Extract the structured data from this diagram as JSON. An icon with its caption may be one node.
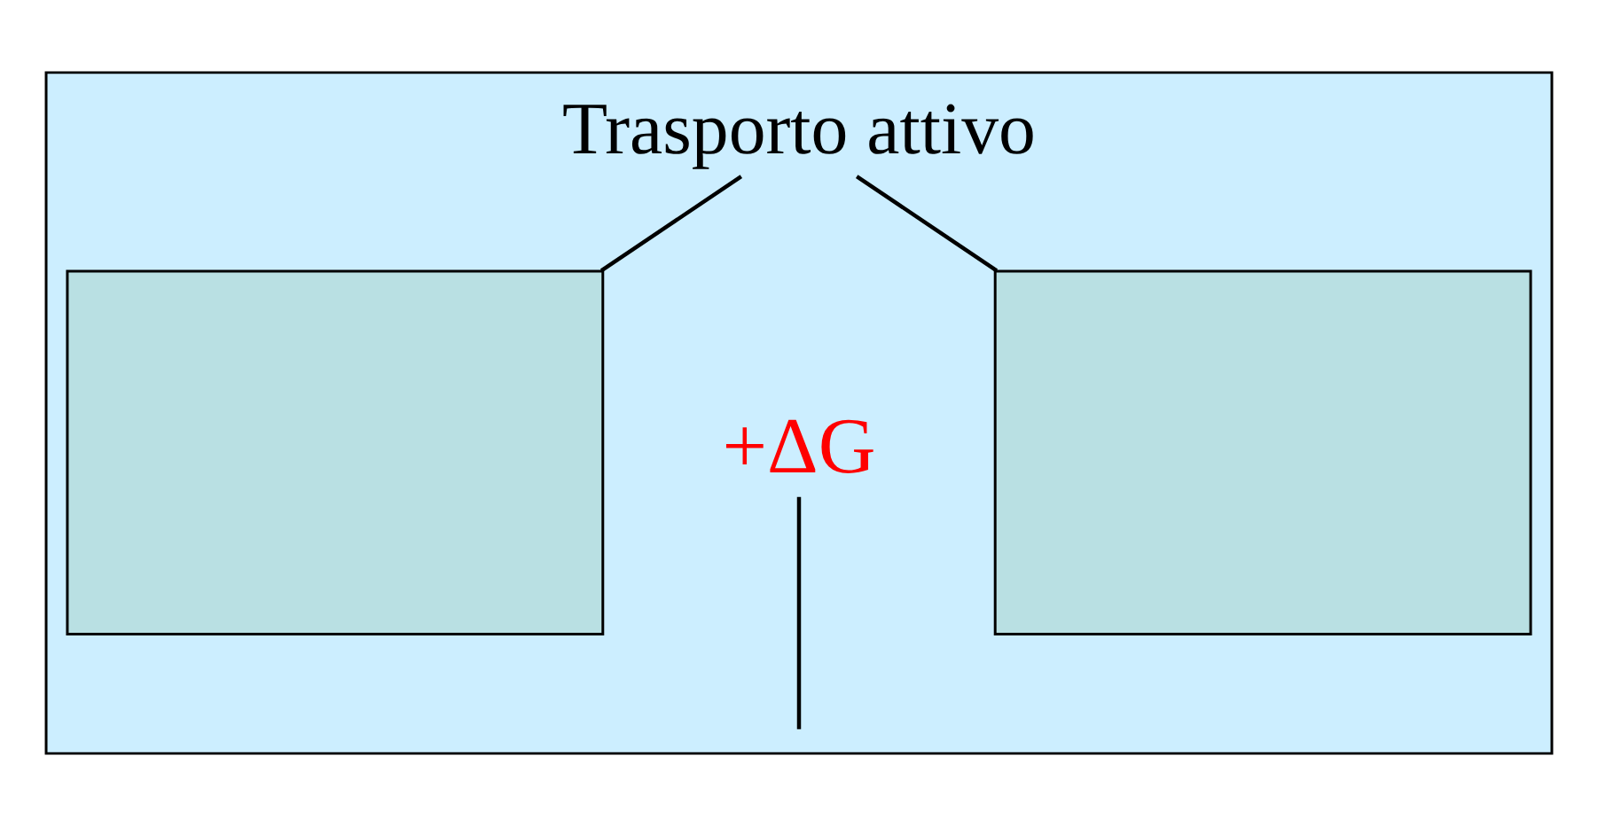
{
  "diagram": {
    "nodes": [
      {
        "text": [],
        "shape": "box"
      },
      {
        "text": [
          "Trasporto attivo"
        ],
        "in": 0
      },
      {
        "text": [],
        "shape": "box",
        "in": 0
      },
      {
        "text": [
          "+ΔG"
        ],
        "in": 0
      },
      {
        "text": [],
        "shape": "box",
        "in": 0
      }
    ],
    "edges": [
      {
        "from": 1,
        "to": 2,
        "arrow": "none"
      },
      {
        "from": 1,
        "to": 4,
        "arrow": "none"
      },
      {
        "from": 3,
        "to": null,
        "arrow": "none"
      }
    ]
  }
}
